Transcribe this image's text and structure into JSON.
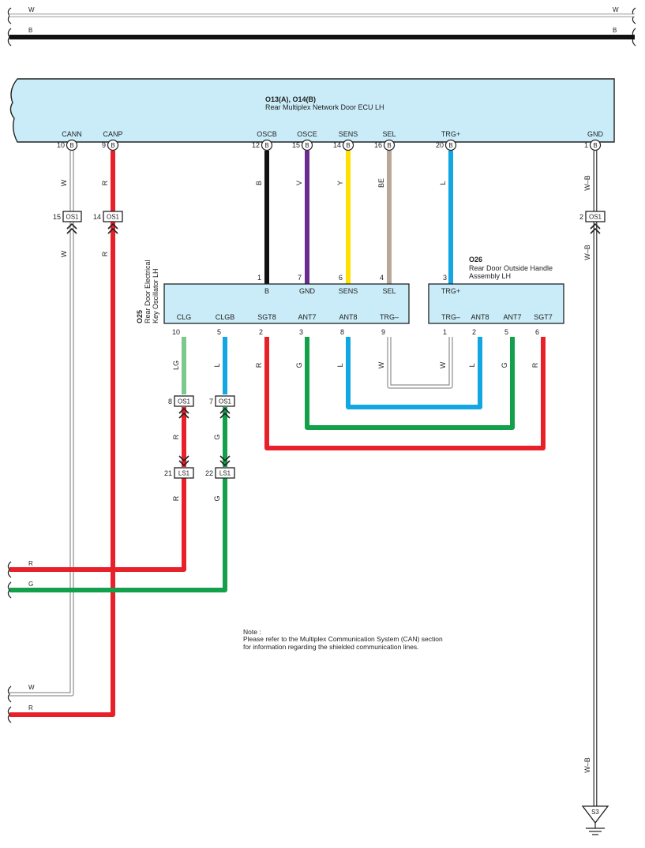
{
  "colors": {
    "ecu_fill": "#c9ecf8",
    "box_fill": "#c9ecf8",
    "red": "#e8202a",
    "black": "#111111",
    "violet": "#6b2c8f",
    "yellow": "#ffe000",
    "beige": "#b9a89a",
    "blue": "#12a6e2",
    "green": "#12a04a",
    "lightgreen": "#7cc98e",
    "white_wire": "#ffffff",
    "wb_wire": "#777777"
  },
  "top_wires": {
    "w_left": "W",
    "w_right": "W",
    "b_left": "B",
    "b_right": "B"
  },
  "ecu": {
    "title": "O13(A), O14(B)",
    "name": "Rear Multiplex Network Door ECU LH",
    "pins": [
      {
        "name": "CANN",
        "num": "10",
        "conn": "B"
      },
      {
        "name": "CANP",
        "num": "9",
        "conn": "B"
      },
      {
        "name": "OSCB",
        "num": "12",
        "conn": "B"
      },
      {
        "name": "OSCE",
        "num": "15",
        "conn": "B"
      },
      {
        "name": "SENS",
        "num": "14",
        "conn": "B"
      },
      {
        "name": "SEL",
        "num": "16",
        "conn": "B"
      },
      {
        "name": "TRG+",
        "num": "20",
        "conn": "B"
      },
      {
        "name": "GND",
        "num": "1",
        "conn": "B"
      }
    ]
  },
  "wire_labels": {
    "cann": "W",
    "canp": "R",
    "oscb": "B",
    "osce": "V",
    "sens": "Y",
    "sel": "BE",
    "trg": "L",
    "gnd": "W–B",
    "cann2": "W",
    "canp2": "R",
    "gnd2": "W–B",
    "gnd3": "W–B",
    "clg": "LG",
    "clgb": "L",
    "clg2": "R",
    "clgb2": "G",
    "clg3": "R",
    "clgb3": "G",
    "sgt8": "R",
    "ant7": "G",
    "ant8": "L",
    "trgm": "W",
    "o26_trgm": "W",
    "o26_ant8": "L",
    "o26_ant7": "G",
    "o26_sgt7": "R"
  },
  "connectors": {
    "os1_cann": {
      "num": "15",
      "name": "OS1"
    },
    "os1_canp": {
      "num": "14",
      "name": "OS1"
    },
    "os1_gnd": {
      "num": "2",
      "name": "OS1"
    },
    "os1_clg": {
      "num": "8",
      "name": "OS1"
    },
    "os1_clgb": {
      "num": "7",
      "name": "OS1"
    },
    "ls1_clg": {
      "num": "21",
      "name": "LS1"
    },
    "ls1_clgb": {
      "num": "22",
      "name": "LS1"
    }
  },
  "o25": {
    "code": "O25",
    "name_line1": "Rear Door Electrical",
    "name_line2": "Key Oscillator LH",
    "top_pins": [
      {
        "num": "1",
        "name": "B"
      },
      {
        "num": "7",
        "name": "GND"
      },
      {
        "num": "6",
        "name": "SENS"
      },
      {
        "num": "4",
        "name": "SEL"
      }
    ],
    "bottom_pins": [
      {
        "num": "10",
        "name": "CLG"
      },
      {
        "num": "5",
        "name": "CLGB"
      },
      {
        "num": "2",
        "name": "SGT8"
      },
      {
        "num": "3",
        "name": "ANT7"
      },
      {
        "num": "8",
        "name": "ANT8"
      },
      {
        "num": "9",
        "name": "TRG–"
      }
    ]
  },
  "o26": {
    "code": "O26",
    "name_line1": "Rear Door Outside Handle",
    "name_line2": "Assembly LH",
    "top_pins": [
      {
        "num": "3",
        "name": "TRG+"
      }
    ],
    "bottom_pins": [
      {
        "num": "1",
        "name": "TRG–"
      },
      {
        "num": "2",
        "name": "ANT8"
      },
      {
        "num": "5",
        "name": "ANT7"
      },
      {
        "num": "6",
        "name": "SGT7"
      }
    ]
  },
  "left_wires": {
    "r1": "R",
    "g1": "G",
    "w1": "W",
    "r2": "R"
  },
  "ground": {
    "name": "S3"
  },
  "note": {
    "title": "Note :",
    "line1": "Please refer to the Multiplex Communication System (CAN) section",
    "line2": "for information regarding the shielded communication lines."
  }
}
